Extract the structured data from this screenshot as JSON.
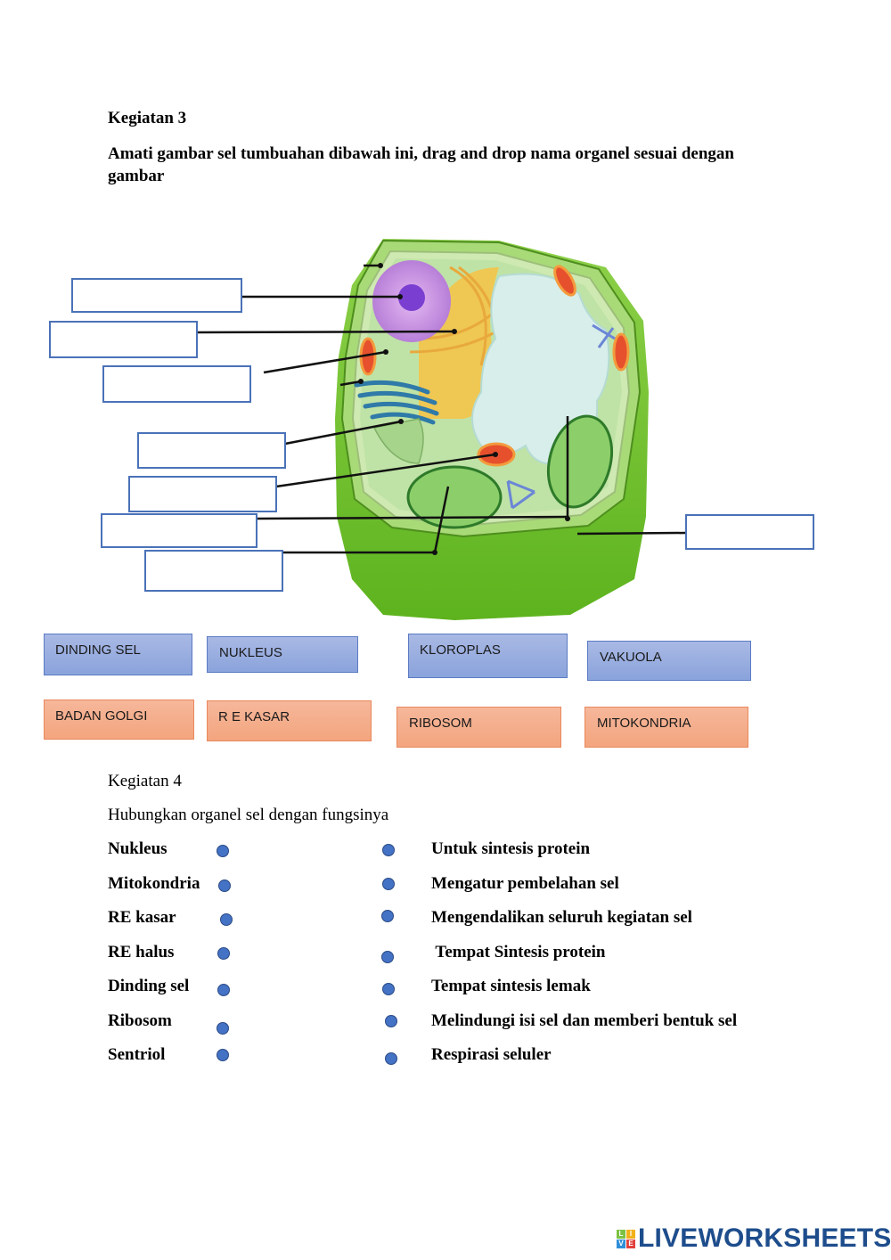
{
  "kegiatan3": {
    "title": "Kegiatan 3",
    "instruction": "Amati gambar sel tumbuahan dibawah ini, drag and drop nama organel sesuai dengan gambar",
    "diagram_label": "plant-cell",
    "drop_targets_count": 8,
    "chips": [
      {
        "label": "DINDING SEL",
        "color": "blue"
      },
      {
        "label": "NUKLEUS",
        "color": "blue"
      },
      {
        "label": "KLOROPLAS",
        "color": "blue"
      },
      {
        "label": "VAKUOLA",
        "color": "blue"
      },
      {
        "label": "BADAN GOLGI",
        "color": "orange"
      },
      {
        "label": "R E KASAR",
        "color": "orange"
      },
      {
        "label": "RIBOSOM",
        "color": "orange"
      },
      {
        "label": "MITOKONDRIA",
        "color": "orange"
      }
    ]
  },
  "kegiatan4": {
    "title": "Kegiatan 4",
    "instruction": "Hubungkan  organel sel dengan fungsinya",
    "left_terms": [
      "Nukleus",
      "Mitokondria",
      "RE kasar",
      "RE halus",
      "Dinding sel",
      "Ribosom",
      "Sentriol"
    ],
    "right_terms": [
      "Untuk sintesis protein",
      "Mengatur pembelahan sel",
      "Mengendalikan seluruh kegiatan sel",
      " Tempat Sintesis protein",
      "Tempat sintesis lemak",
      "Melindungi isi sel dan memberi bentuk sel",
      "Respirasi seluler"
    ]
  },
  "branding": {
    "logo_text": "LIVEWORKSHEETS",
    "logo_letters": [
      "L",
      "I",
      "V",
      "E"
    ]
  },
  "colors": {
    "chip_blue": "#8fa8df",
    "chip_orange": "#f4aa86",
    "dot": "#4472c4",
    "dropbox_border": "#4a72b8",
    "logo": "#1e4d8c"
  }
}
